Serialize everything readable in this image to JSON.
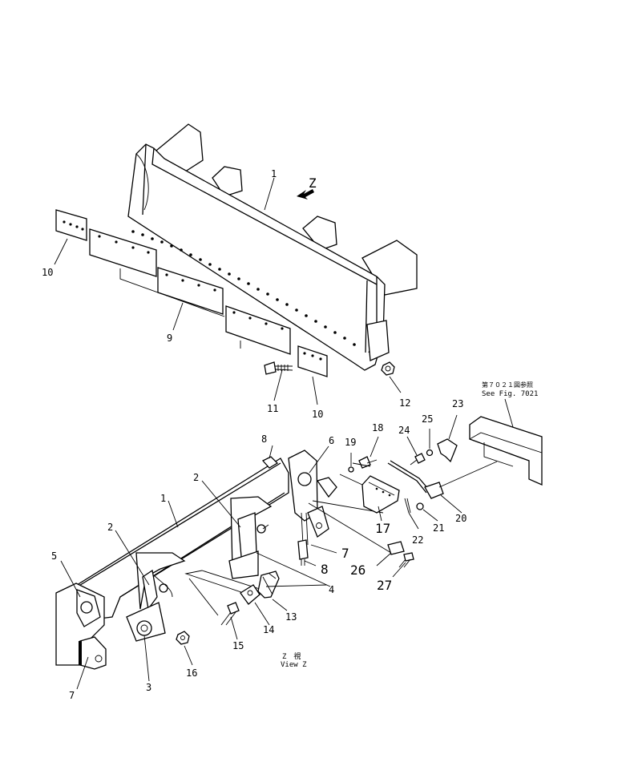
{
  "diagram": {
    "view_marker": "Z",
    "view_caption_jp": "Z　視",
    "view_caption_en": "View Z",
    "ref_note_jp": "第７０２１図参照",
    "ref_note_en": "See Fig. 7021"
  },
  "callouts": {
    "top_blade": "1",
    "top_cutting_edge": "9",
    "top_end_bit_left": "10",
    "top_end_bit_right": "10",
    "top_bolt": "11",
    "top_nut": "12",
    "bottom_blade": "1",
    "hinge_left": "2",
    "hinge_right": "2",
    "trunnion": "3",
    "shim": "4",
    "end_bracket": "5",
    "bracket_top": "6",
    "cylinder_mount_left": "7",
    "cylinder_mount_right": "7",
    "grease_fitting_top": "8",
    "grease_fitting_lower": "8",
    "pin": "13",
    "collar": "14",
    "bolt": "15",
    "nut": "16",
    "plate": "17",
    "bolt_upper": "18",
    "washer_upper": "19",
    "rod": "20",
    "washer": "21",
    "cotter_pin": "22",
    "bracket_small": "23",
    "bolt_small": "24",
    "washer_small": "25",
    "label_plate": "26",
    "screw": "27"
  }
}
